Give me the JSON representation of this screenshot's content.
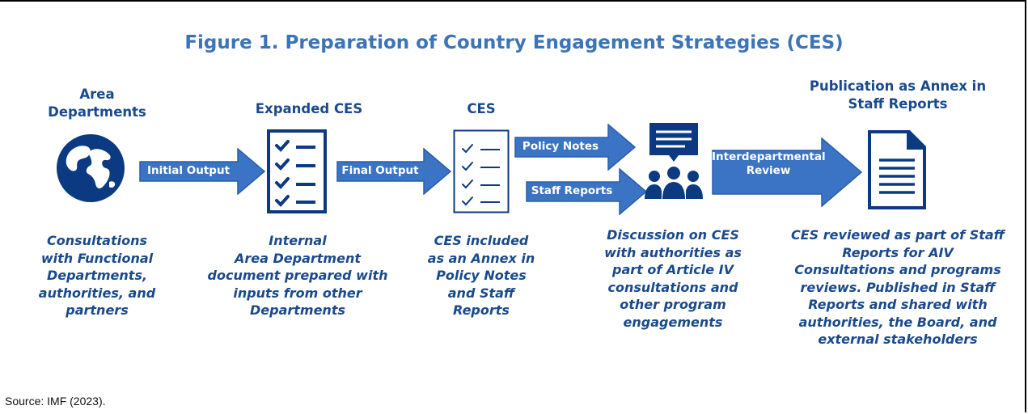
{
  "title": "Figure 1. Preparation of Country Engagement Strategies (CES)",
  "source": "Source: IMF (2023).",
  "nodes": {
    "area_departments": {
      "heading_lines": [
        "Area",
        "Departments"
      ],
      "icon": "globe-icon",
      "caption_lines": [
        "Consultations",
        "with Functional",
        "Departments,",
        "authorities, and",
        "partners"
      ]
    },
    "expanded_ces": {
      "heading_lines": [
        "Expanded CES"
      ],
      "icon": "checklist-icon",
      "caption_lines": [
        "Internal",
        "Area Department",
        "document prepared with",
        "inputs from other",
        "Departments"
      ]
    },
    "ces": {
      "heading_lines": [
        "CES"
      ],
      "icon": "checklist-outline-icon",
      "caption_lines": [
        "CES included",
        "as an Annex in",
        "Policy Notes",
        "and Staff",
        "Reports"
      ]
    },
    "discussion": {
      "icon": "meeting-icon",
      "caption_lines": [
        "Discussion on CES",
        "with authorities as",
        "part of Article IV",
        "consultations and",
        "other program",
        "engagements"
      ]
    },
    "publication": {
      "heading_lines": [
        "Publication as Annex in",
        "Staff Reports"
      ],
      "icon": "document-icon",
      "caption_lines": [
        "CES reviewed as part of Staff",
        "Reports for AIV",
        "Consultations and programs",
        "reviews. Published in Staff",
        "Reports and shared with",
        "authorities, the Board, and",
        "external stakeholders"
      ]
    }
  },
  "arrows": {
    "initial_output": "Initial Output",
    "final_output": "Final Output",
    "policy_notes": "Policy Notes",
    "staff_reports": "Staff Reports",
    "interdepartmental_review_lines": [
      "Interdepartmental",
      "Review"
    ]
  },
  "colors": {
    "title": "#3b74b8",
    "text": "#1a4a8c",
    "arrow_fill": "#3b74c4",
    "arrow_stroke": "#2a5ea8",
    "icon_dark": "#0b3a82"
  }
}
